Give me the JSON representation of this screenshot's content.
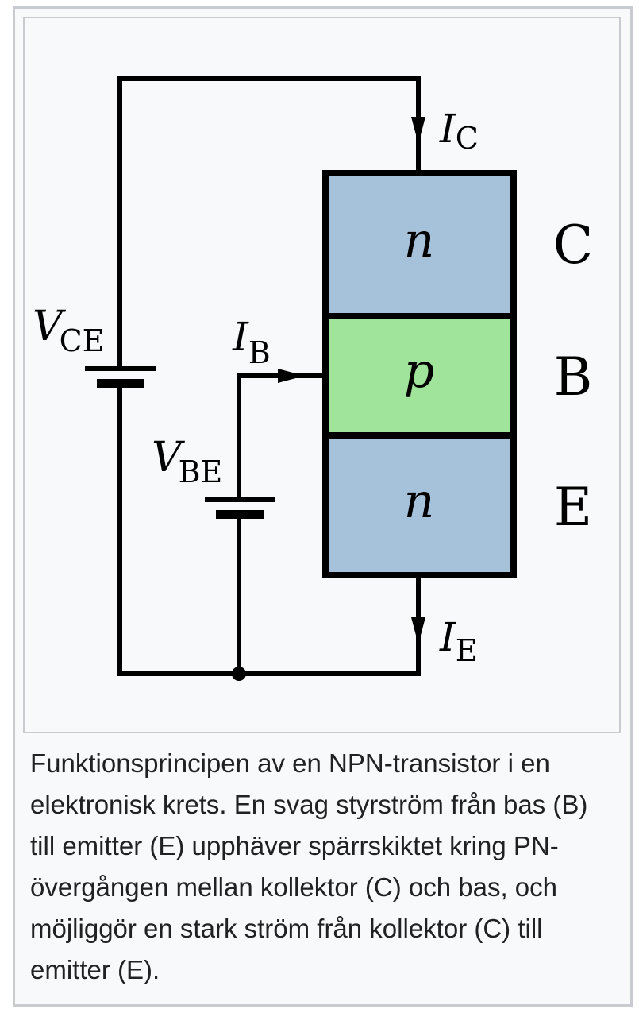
{
  "figure": {
    "title": "NPN transistor operating principle",
    "colors": {
      "n_region": "#a6c1da",
      "p_region": "#a0e39b",
      "wire": "#000000",
      "background": "#f8f9fa",
      "border": "#c8ccd1"
    },
    "regions": [
      {
        "id": "collector",
        "doping": "n",
        "terminal": "C"
      },
      {
        "id": "base",
        "doping": "p",
        "terminal": "B"
      },
      {
        "id": "emitter",
        "doping": "n",
        "terminal": "E"
      }
    ],
    "labels": {
      "ic_main": "I",
      "ic_sub": "C",
      "ib_main": "I",
      "ib_sub": "B",
      "ie_main": "I",
      "ie_sub": "E",
      "vce_main": "V",
      "vce_sub": "CE",
      "vbe_main": "V",
      "vbe_sub": "BE"
    }
  },
  "caption": {
    "text": "Funktionsprincipen av en NPN-transistor i en elektronisk krets. En svag styrström från bas (B) till emitter (E) upphäver spärrskiktet kring PN-övergången mellan kollektor (C) och bas, och möjliggör en stark ström från kollektor (C) till emitter (E)."
  }
}
